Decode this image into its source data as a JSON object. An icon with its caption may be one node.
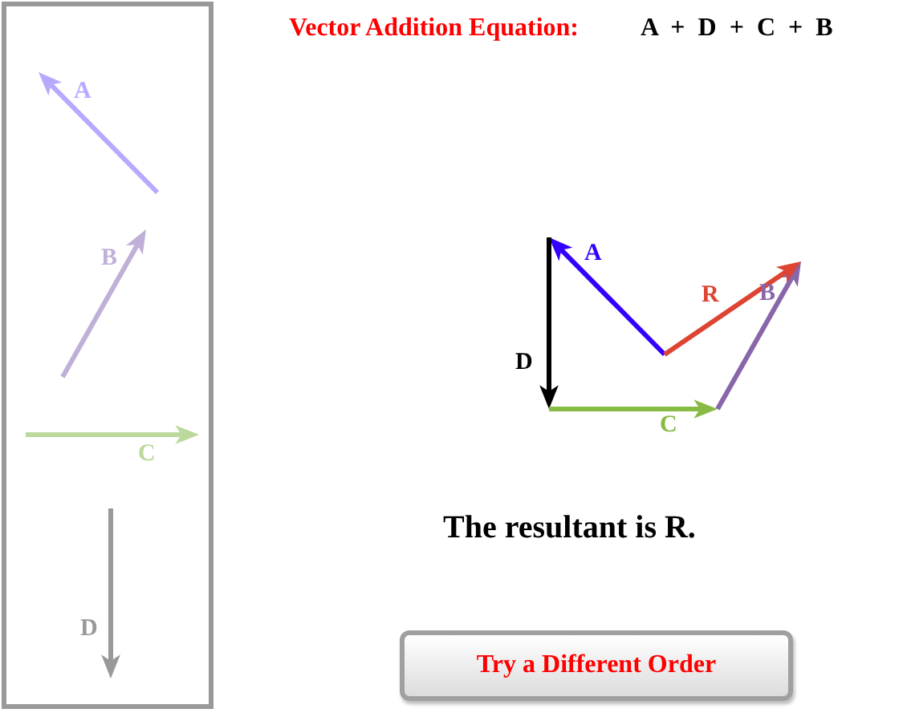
{
  "diagram": {
    "title": "Vector Addition Equation:",
    "nodes": [
      {
        "text": [
          "Try a Different Order"
        ]
      }
    ],
    "labels": [
      "A + D + C + B",
      "A",
      "B",
      "C",
      "D",
      "A",
      "R",
      "B",
      "D",
      "C",
      "The resultant is R."
    ]
  }
}
